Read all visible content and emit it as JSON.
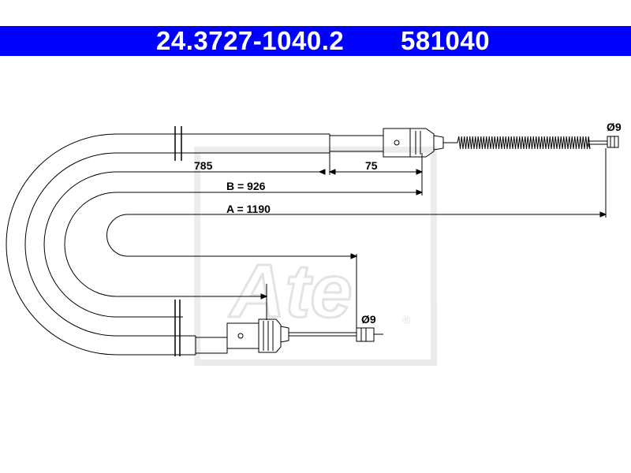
{
  "header": {
    "part_number": "24.3727-1040.2",
    "ref_number": "581040",
    "background": "#0000ff",
    "text_color": "#ffffff"
  },
  "dimensions": {
    "d1": "785",
    "d2": "75",
    "b": "B = 926",
    "a": "A = 1190",
    "dia_top": "Ø9",
    "dia_bottom": "Ø9"
  },
  "watermark": {
    "logo_text": "Ate",
    "mark": "®"
  }
}
